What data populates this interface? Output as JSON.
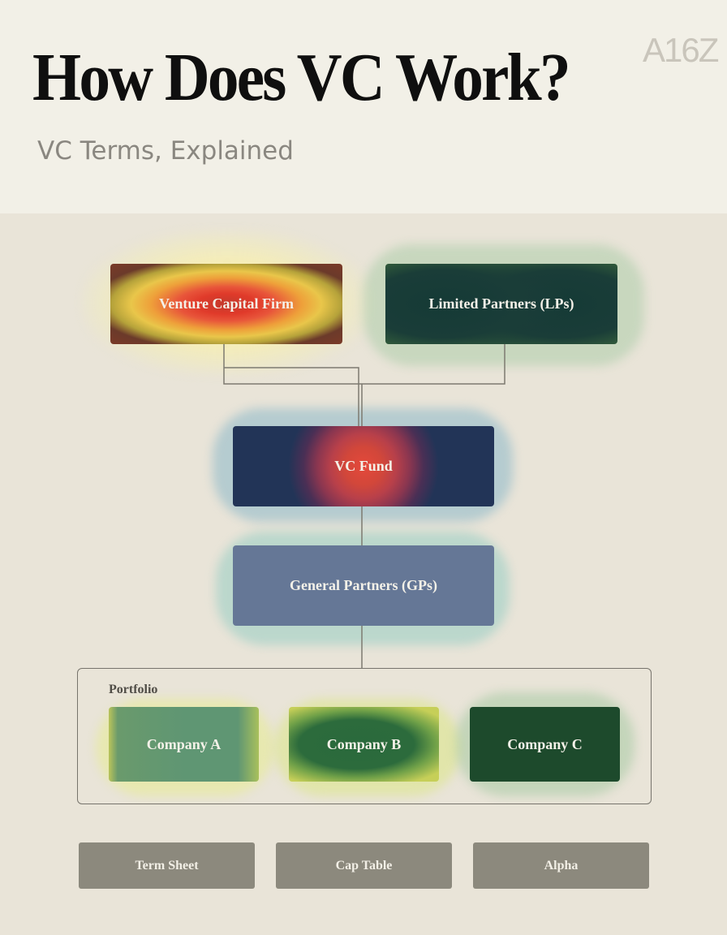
{
  "header": {
    "title": "How Does VC Work?",
    "subtitle": "VC Terms, Explained",
    "logo": "A16Z"
  },
  "diagram": {
    "nodes": {
      "vc_firm": "Venture Capital Firm",
      "lps": "Limited Partners (LPs)",
      "vc_fund": "VC Fund",
      "gps": "General Partners (GPs)"
    },
    "portfolio": {
      "label": "Portfolio",
      "companies": [
        "Company A",
        "Company B",
        "Company C"
      ]
    },
    "terms": [
      "Term Sheet",
      "Cap Table",
      "Alpha"
    ]
  },
  "colors": {
    "background": "#e9e4d8",
    "header_background": "#f2f0e7",
    "vc_fund": "#223457",
    "gps": "#657796",
    "lps": "#183a35",
    "company_a": "#5f9673",
    "company_b": "#2a6a3c",
    "company_c": "#1d4a2c",
    "term_chip": "#8c897d"
  }
}
